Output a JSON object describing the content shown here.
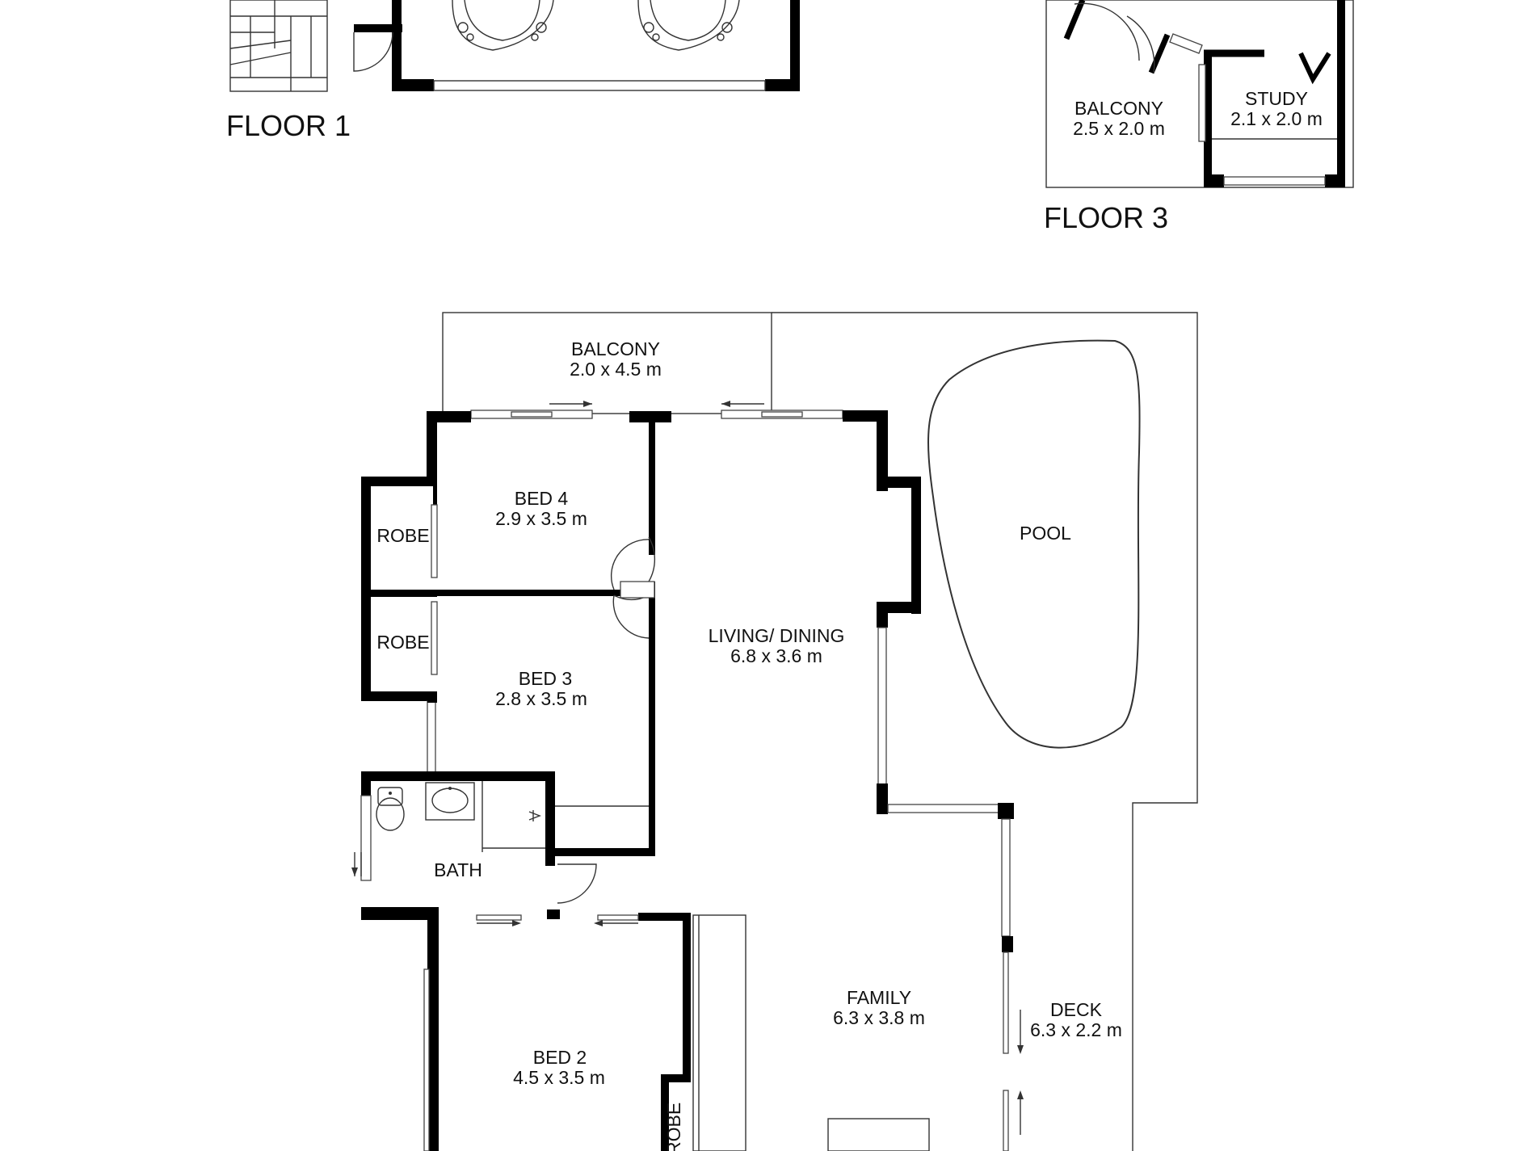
{
  "floors": {
    "floor1": {
      "label": "FLOOR 1"
    },
    "floor3": {
      "label": "FLOOR 3"
    }
  },
  "rooms": {
    "balcony_f3": {
      "name": "BALCONY",
      "dims": "2.5 x 2.0 m"
    },
    "study": {
      "name": "STUDY",
      "dims": "2.1 x 2.0 m"
    },
    "balcony_f2": {
      "name": "BALCONY",
      "dims": "2.0 x 4.5 m"
    },
    "bed4": {
      "name": "BED 4",
      "dims": "2.9 x 3.5 m"
    },
    "robe1": {
      "name": "ROBE"
    },
    "robe2": {
      "name": "ROBE"
    },
    "bed3": {
      "name": "BED 3",
      "dims": "2.8 x 3.5 m"
    },
    "pool": {
      "name": "POOL"
    },
    "living": {
      "name": "LIVING/ DINING",
      "dims": "6.8 x 3.6 m"
    },
    "bath": {
      "name": "BATH"
    },
    "family": {
      "name": "FAMILY",
      "dims": "6.3 x 3.8 m"
    },
    "deck": {
      "name": "DECK",
      "dims": "6.3 x 2.2 m"
    },
    "bed2": {
      "name": "BED 2",
      "dims": "4.5 x 3.5 m"
    },
    "robe3": {
      "name": "ROBE"
    }
  },
  "colors": {
    "wall": "#000000",
    "line": "#333333",
    "background": "#ffffff"
  }
}
